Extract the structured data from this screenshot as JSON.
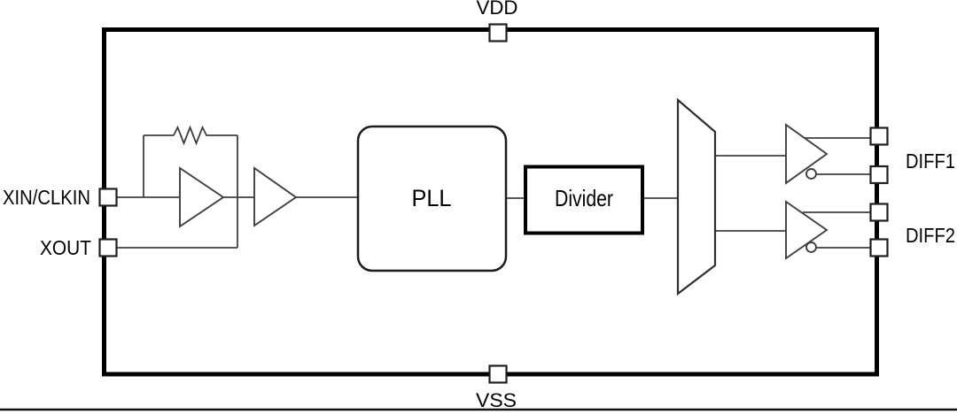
{
  "diagram": {
    "type": "ic-functional-block-diagram",
    "pins": {
      "vdd": "VDD",
      "vss": "VSS",
      "xin": "XIN/CLKIN",
      "xout": "XOUT",
      "diff1": "DIFF1",
      "diff2": "DIFF2"
    },
    "blocks": {
      "pll": "PLL",
      "divider": "Divider"
    },
    "symbols": [
      "feedback-resistor-zigzag",
      "crystal-oscillator-amplifier-triangle",
      "input-buffer-triangle",
      "output-mux-trapezoid",
      "diff1-driver-triangle-with-inversion-bubble",
      "diff2-driver-triangle-with-inversion-bubble"
    ],
    "colors": {
      "background": "#ffffff",
      "chip_border": "#000000",
      "divider_border": "#000000",
      "thin_stroke": "#3f3f3f",
      "text": "#000000",
      "bottom_rule": "#111111"
    }
  }
}
